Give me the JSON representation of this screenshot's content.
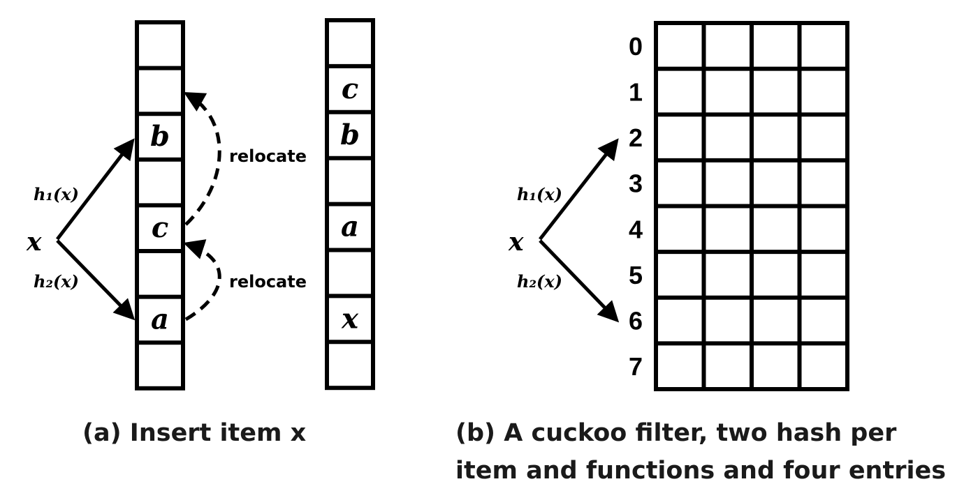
{
  "panel_a": {
    "column1_cells": [
      "",
      "",
      "b",
      "",
      "c",
      "",
      "a",
      ""
    ],
    "column2_cells": [
      "",
      "c",
      "b",
      "",
      "a",
      "",
      "x",
      ""
    ],
    "x_label": "x",
    "h1_label": "h₁(x)",
    "h2_label": "h₂(x)",
    "relocate_labels": [
      "relocate",
      "relocate"
    ],
    "caption": "(a) Insert item x"
  },
  "panel_b": {
    "row_numbers": [
      "0",
      "1",
      "2",
      "3",
      "4",
      "5",
      "6",
      "7"
    ],
    "entries_per_bucket": 4,
    "x_label": "x",
    "h1_label": "h₁(x)",
    "h2_label": "h₂(x)",
    "caption_lines": [
      "(b) A cuckoo filter, two hash per",
      "item and functions and four entries"
    ]
  }
}
